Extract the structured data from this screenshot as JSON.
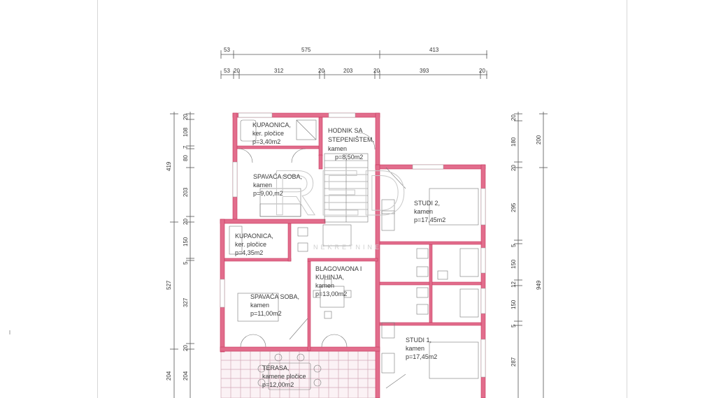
{
  "rooms": {
    "kupaonica_top": {
      "name": "KUPAONICA,",
      "floor": "ker. pločice",
      "area": "p=3,40m2"
    },
    "hodnik": {
      "name": "HODNIK SA",
      "name2": "STEPENIŠTEM,",
      "floor": "kamen",
      "area": "p=8,50m2"
    },
    "spavaca_top": {
      "name": "SPAVAĆA SOBA,",
      "floor": "kamen",
      "area": "p=9,00,m2"
    },
    "studio2": {
      "name": "STUDI 2,",
      "floor": "kamen",
      "area": "p=17,45m2"
    },
    "kupaonica_mid": {
      "name": "KUPAONICA,",
      "floor": "ker. pločice",
      "area": "p=4,35m2"
    },
    "blagovaona": {
      "name": "BLAGOVAONA I",
      "name2": "KUHINJA,",
      "floor": "kamen",
      "area": "p=13,00m2"
    },
    "spavaca_mid": {
      "name": "SPAVAĆA SOBA,",
      "floor": "kamen",
      "area": "p=11,00m2"
    },
    "studio1": {
      "name": "STUDI 1,",
      "floor": "kamen",
      "area": "p=17,45m2"
    },
    "terasa": {
      "name": "TERASA,",
      "floor": "kamene pločice",
      "area": "p=12,00m2"
    }
  },
  "dimensions": {
    "top_row1": [
      "53",
      "575",
      "413"
    ],
    "top_row2": [
      "53",
      "20",
      "312",
      "20",
      "203",
      "20",
      "393",
      "20"
    ],
    "left_outer": [
      "419",
      "527",
      "204"
    ],
    "left_inner": [
      "20",
      "108",
      "7",
      "80",
      "203",
      "20",
      "150",
      "5",
      "327",
      "20",
      "204"
    ],
    "right_inner": [
      "20",
      "180",
      "20",
      "295",
      "5",
      "150",
      "12",
      "150",
      "5",
      "287"
    ],
    "right_outer": [
      "200",
      "949"
    ]
  },
  "watermark": "RED",
  "watermark_sub": "NEKRETNINE",
  "colors": {
    "wall": "#d9486e",
    "wall_fill": "#e87f9b",
    "ink": "#444444"
  }
}
